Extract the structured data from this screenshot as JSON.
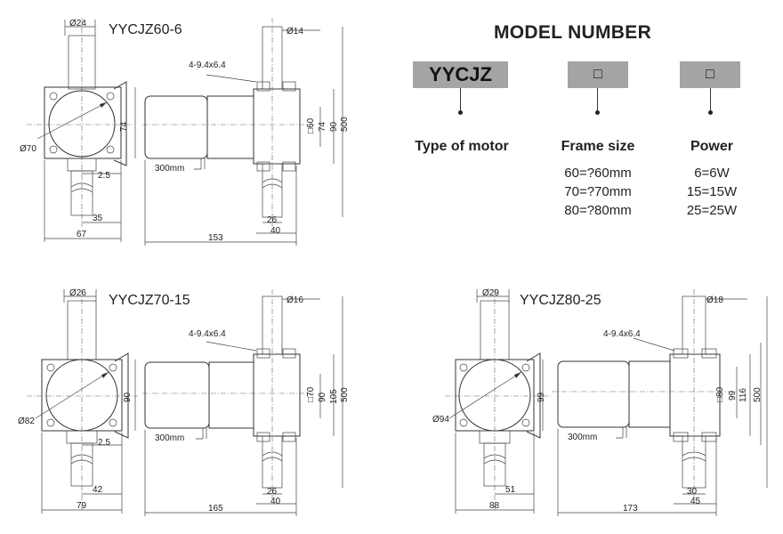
{
  "model_number": {
    "title": "MODEL NUMBER",
    "code_box": "YYCJZ",
    "frame_box": "□",
    "power_box": "□",
    "type_label": "Type of motor",
    "frame_label": "Frame size",
    "power_label": "Power",
    "frame_options": [
      "60=?60mm",
      "70=?70mm",
      "80=?80mm"
    ],
    "power_options": [
      "6=6W",
      "15=15W",
      "25=25W"
    ]
  },
  "drawings": [
    {
      "model": "YYCJZ60-6",
      "shaft_dia": "Ø24",
      "body_dia": "Ø70",
      "flange_height": "74",
      "key": "2.5",
      "half_width": "35",
      "end_width": "67",
      "hole_note": "4-9.4x6.4",
      "screw_dia": "Ø14",
      "square": "□60",
      "dim_a": "74",
      "dim_b": "90",
      "stroke": "500",
      "lead": "300mm",
      "nut_w": "26",
      "bracket_w": "40",
      "length": "153"
    },
    {
      "model": "YYCJZ70-15",
      "shaft_dia": "Ø26",
      "body_dia": "Ø82",
      "flange_height": "90",
      "key": "2.5",
      "half_width": "42",
      "end_width": "79",
      "hole_note": "4-9.4x6.4",
      "screw_dia": "Ø16",
      "square": "□70",
      "dim_a": "90",
      "dim_b": "105",
      "stroke": "500",
      "lead": "300mm",
      "nut_w": "26",
      "bracket_w": "40",
      "length": "165"
    },
    {
      "model": "YYCJZ80-25",
      "shaft_dia": "Ø29",
      "body_dia": "Ø94",
      "flange_height": "99",
      "half_width": "51",
      "end_width": "88",
      "hole_note": "4-9.4x6.4",
      "screw_dia": "Ø18",
      "square": "□80",
      "dim_a": "99",
      "dim_b": "116",
      "stroke": "500",
      "lead": "300mm",
      "nut_w": "30",
      "bracket_w": "45",
      "length": "173"
    }
  ]
}
